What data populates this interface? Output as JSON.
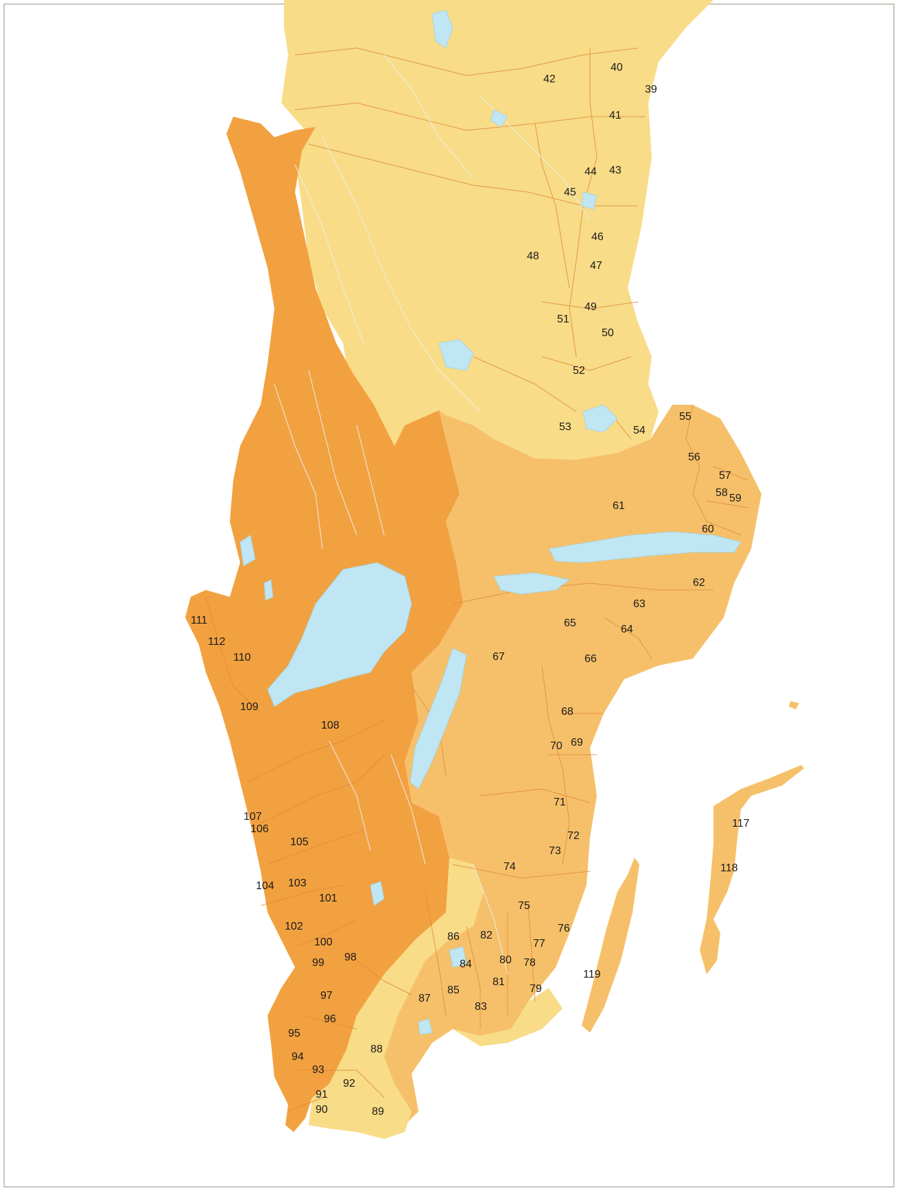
{
  "map": {
    "colors": {
      "background": "#ffffff",
      "light_zone": "#f8dc87",
      "middle_zone": "#f6c06a",
      "dark_zone": "#f2a141",
      "water": "#bfe6f2",
      "boundaries": "#e28a3a"
    },
    "region_labels": [
      "39",
      "40",
      "41",
      "42",
      "43",
      "44",
      "45",
      "46",
      "47",
      "48",
      "49",
      "50",
      "51",
      "52",
      "53",
      "54",
      "55",
      "56",
      "57",
      "58",
      "59",
      "60",
      "61",
      "62",
      "63",
      "64",
      "65",
      "66",
      "67",
      "68",
      "69",
      "70",
      "71",
      "72",
      "73",
      "74",
      "75",
      "76",
      "77",
      "78",
      "79",
      "80",
      "81",
      "82",
      "83",
      "84",
      "85",
      "86",
      "87",
      "88",
      "89",
      "90",
      "91",
      "92",
      "93",
      "94",
      "95",
      "96",
      "97",
      "98",
      "99",
      "100",
      "101",
      "102",
      "103",
      "104",
      "105",
      "106",
      "107",
      "108",
      "109",
      "110",
      "111",
      "112",
      "117",
      "118",
      "119"
    ]
  }
}
